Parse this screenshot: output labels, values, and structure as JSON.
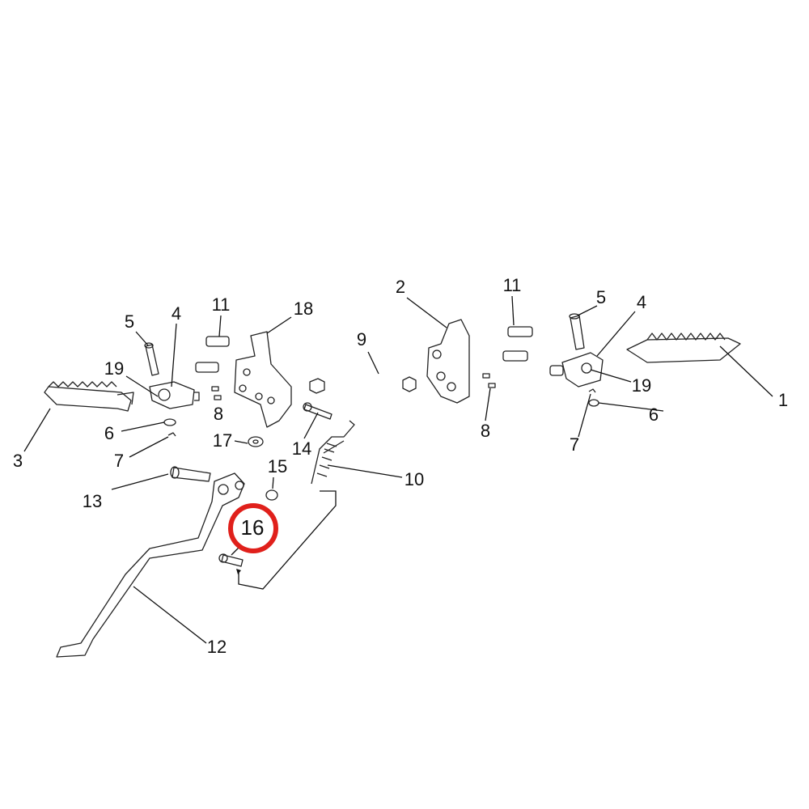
{
  "diagram": {
    "type": "exploded-parts-diagram",
    "highlight_color": "#e0201b",
    "highlighted_callout": "16",
    "callouts": {
      "c1": "1",
      "c2": "2",
      "c3": "3",
      "c4a": "4",
      "c4b": "4",
      "c5a": "5",
      "c5b": "5",
      "c6a": "6",
      "c6b": "6",
      "c7a": "7",
      "c7b": "7",
      "c8a": "8",
      "c8b": "8",
      "c9": "9",
      "c10": "10",
      "c11a": "11",
      "c11b": "11",
      "c12": "12",
      "c13": "13",
      "c14": "14",
      "c15": "15",
      "c16": "16",
      "c17": "17",
      "c18": "18",
      "c19a": "19",
      "c19b": "19"
    }
  }
}
